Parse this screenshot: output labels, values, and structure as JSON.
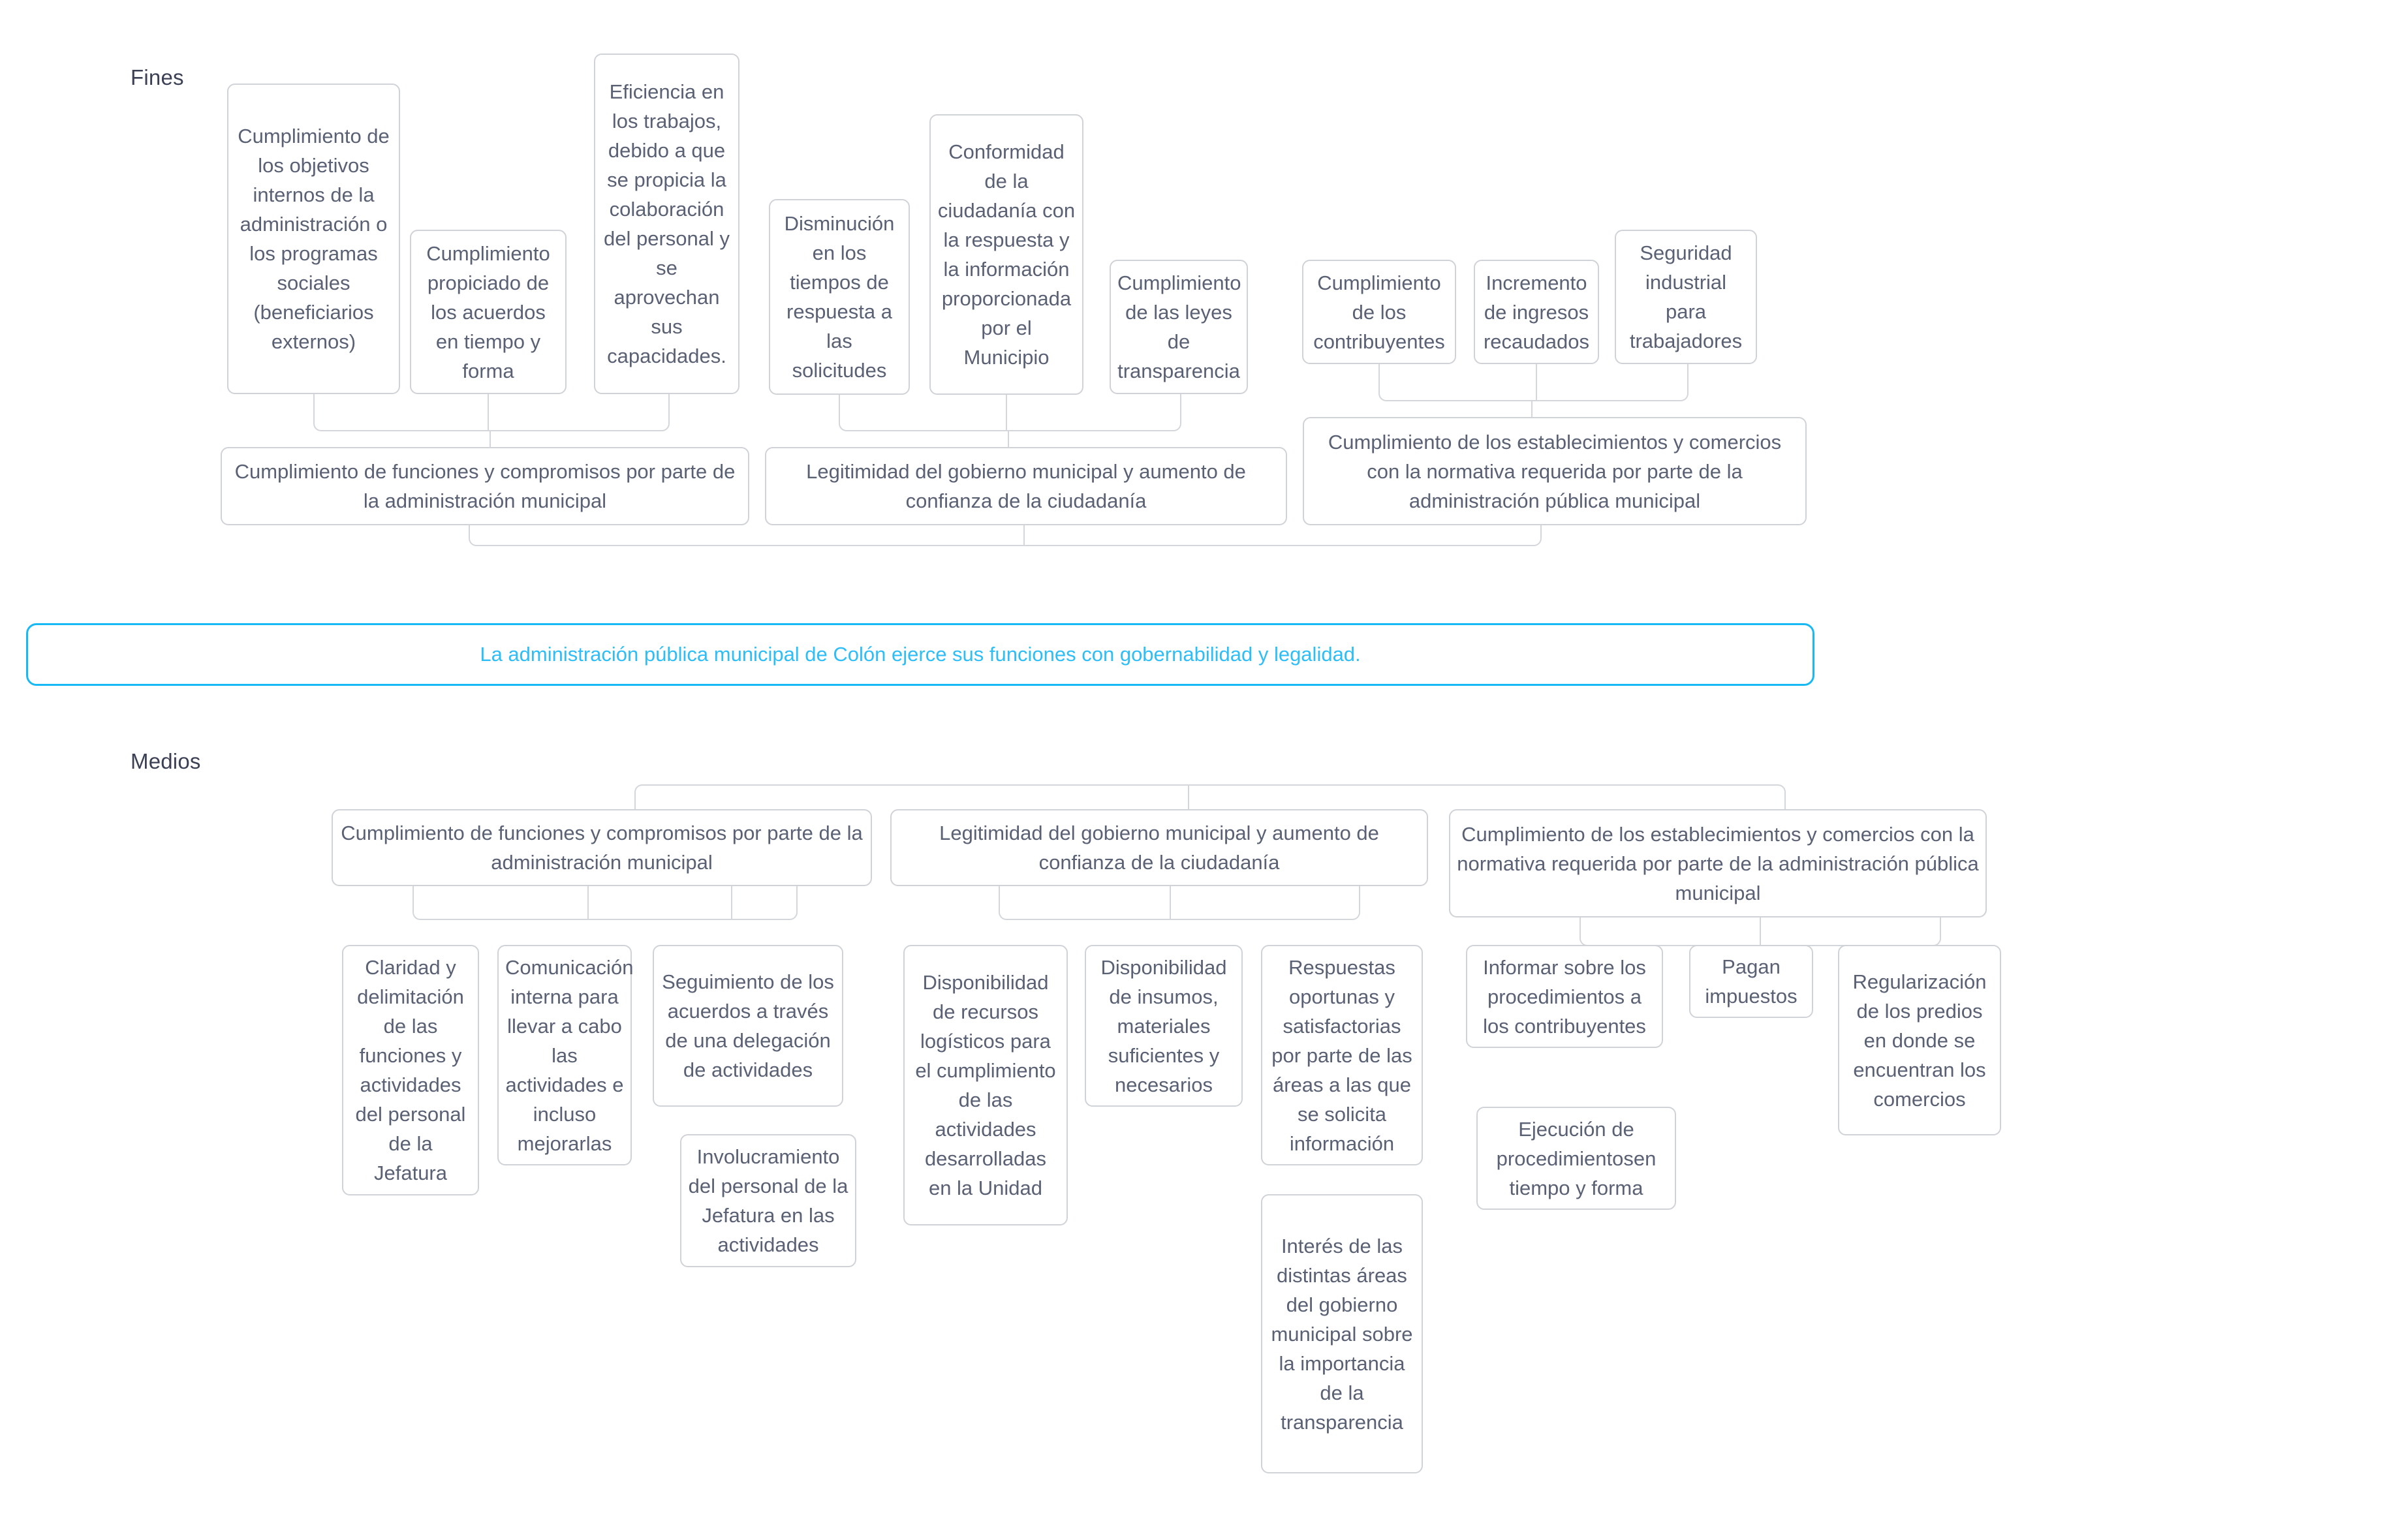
{
  "diagram": {
    "type": "problem-tree",
    "sections": {
      "fines_label": "Fines",
      "medios_label": "Medios"
    },
    "objective": {
      "text": "La administración pública municipal de Colón ejerce sus funciones con gobernabilidad y legalidad.",
      "color": "#2dbdf7",
      "border_color": "#17b9f5"
    },
    "colors": {
      "node_border": "#cfd2d6",
      "node_text": "#5a6175",
      "label_text": "#3b4054",
      "connector": "#d3d6da",
      "background": "#ffffff"
    },
    "fines": {
      "top_row": [
        {
          "id": "f1",
          "text": "Cumplimiento de los objetivos internos de la administración o los programas sociales (beneficiarios externos)"
        },
        {
          "id": "f2",
          "text": "Cumplimiento propiciado de los acuerdos en tiempo y forma"
        },
        {
          "id": "f3",
          "text": "Eficiencia en los trabajos, debido a que se propicia la colaboración del personal y se aprovechan sus capacidades."
        },
        {
          "id": "f4",
          "text": "Disminución en los tiempos de respuesta a las solicitudes"
        },
        {
          "id": "f5",
          "text": "Conformidad de la ciudadanía con la respuesta y la información proporcionada por el Municipio"
        },
        {
          "id": "f6",
          "text": "Cumplimiento de las leyes de transparencia"
        },
        {
          "id": "f7",
          "text": "Cumplimiento de los contribuyentes"
        },
        {
          "id": "f8",
          "text": "Incremento de ingresos recaudados"
        },
        {
          "id": "f9",
          "text": "Seguridad industrial para trabajadores"
        }
      ],
      "mid_row": [
        {
          "id": "m1",
          "text": "Cumplimiento de funciones y compromisos por parte de la administración municipal"
        },
        {
          "id": "m2",
          "text": "Legitimidad del gobierno municipal y aumento de confianza de la ciudadanía"
        },
        {
          "id": "m3",
          "text": "Cumplimiento de los establecimientos y comercios con la normativa requerida por parte de la administración pública municipal"
        }
      ]
    },
    "medios": {
      "top_row": [
        {
          "id": "t1",
          "text": "Cumplimiento de funciones y compromisos por parte de la administración municipal"
        },
        {
          "id": "t2",
          "text": "Legitimidad del gobierno municipal y aumento de confianza de la ciudadanía"
        },
        {
          "id": "t3",
          "text": "Cumplimiento de los establecimientos y comercios con la normativa requerida por parte de la administración pública municipal"
        }
      ],
      "children": [
        {
          "id": "c1",
          "text": "Claridad y delimitación de las funciones y actividades del personal de la Jefatura"
        },
        {
          "id": "c2",
          "text": "Comunicación interna para llevar a cabo las actividades e incluso mejorarlas"
        },
        {
          "id": "c3",
          "text": "Seguimiento de los acuerdos a través de una delegación de actividades"
        },
        {
          "id": "c4",
          "text": "Involucramiento del personal de la Jefatura en las actividades"
        },
        {
          "id": "c5",
          "text": "Disponibilidad de recursos logísticos para el cumplimiento de las actividades desarrolladas en la Unidad"
        },
        {
          "id": "c6",
          "text": "Disponibilidad de insumos, materiales suficientes y necesarios"
        },
        {
          "id": "c7",
          "text": "Respuestas oportunas y satisfactorias por parte de las áreas a las que se solicita información"
        },
        {
          "id": "c8",
          "text": "Interés de las distintas áreas del gobierno municipal sobre la importancia de la transparencia"
        },
        {
          "id": "c9",
          "text": "Informar sobre los procedimientos a los contribuyentes"
        },
        {
          "id": "c10",
          "text": "Pagan impuestos"
        },
        {
          "id": "c11",
          "text": "Regularización de los predios en donde se encuentran los comercios"
        },
        {
          "id": "c12",
          "text": "Ejecución de procedimientosen tiempo y forma"
        }
      ]
    }
  }
}
